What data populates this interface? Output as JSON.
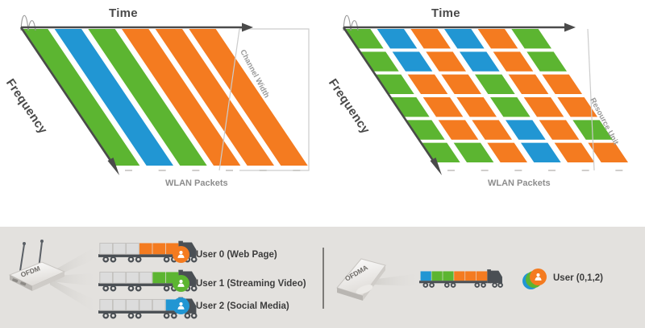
{
  "colors": {
    "green": "#5cb531",
    "orange": "#f47b20",
    "blue": "#2196d3",
    "axis": "#4a4a4a",
    "label_gray": "#8d8d8d",
    "panel_bg": "#e3e1de",
    "truck_body": "#4a4f54",
    "truck_empty": "#dcdcdc"
  },
  "left_diagram": {
    "name": "OFDM",
    "time_axis_label": "Time",
    "frequency_axis_label": "Frequency",
    "bottom_label": "WLAN Packets",
    "side_label": "Channel Width",
    "stripes": [
      "green",
      "blue",
      "green",
      "orange",
      "orange",
      "orange"
    ]
  },
  "right_diagram": {
    "name": "OFDMA",
    "time_axis_label": "Time",
    "frequency_axis_label": "Frequency",
    "bottom_label": "WLAN Packets",
    "side_label": "Resource Unit",
    "grid": [
      [
        "green",
        "blue",
        "orange",
        "blue",
        "orange",
        "green"
      ],
      [
        "green",
        "blue",
        "orange",
        "blue",
        "orange",
        "green"
      ],
      [
        "green",
        "orange",
        "orange",
        "green",
        "orange",
        "orange"
      ],
      [
        "green",
        "orange",
        "orange",
        "green",
        "orange",
        "orange"
      ],
      [
        "green",
        "orange",
        "orange",
        "blue",
        "orange",
        "green"
      ],
      [
        "green",
        "green",
        "orange",
        "blue",
        "orange",
        "orange"
      ]
    ]
  },
  "bottom_panel": {
    "left": {
      "device_label": "OFDM",
      "trucks": [
        {
          "cargo": [
            "empty",
            "empty",
            "empty",
            "orange",
            "orange",
            "orange"
          ]
        },
        {
          "cargo": [
            "empty",
            "empty",
            "empty",
            "empty",
            "green",
            "green"
          ]
        },
        {
          "cargo": [
            "empty",
            "empty",
            "empty",
            "empty",
            "empty",
            "blue"
          ]
        }
      ],
      "legend": [
        {
          "label": "User 0 (Web Page)",
          "color": "orange"
        },
        {
          "label": "User 1 (Streaming Video)",
          "color": "green"
        },
        {
          "label": "User 2 (Social Media)",
          "color": "blue"
        }
      ]
    },
    "right": {
      "device_label": "OFDMA",
      "truck": {
        "cargo": [
          "blue",
          "green",
          "green",
          "orange",
          "orange",
          "orange"
        ]
      },
      "legend": [
        {
          "label": "User (0,1,2)",
          "colors": [
            "blue",
            "green",
            "orange"
          ]
        }
      ]
    }
  }
}
